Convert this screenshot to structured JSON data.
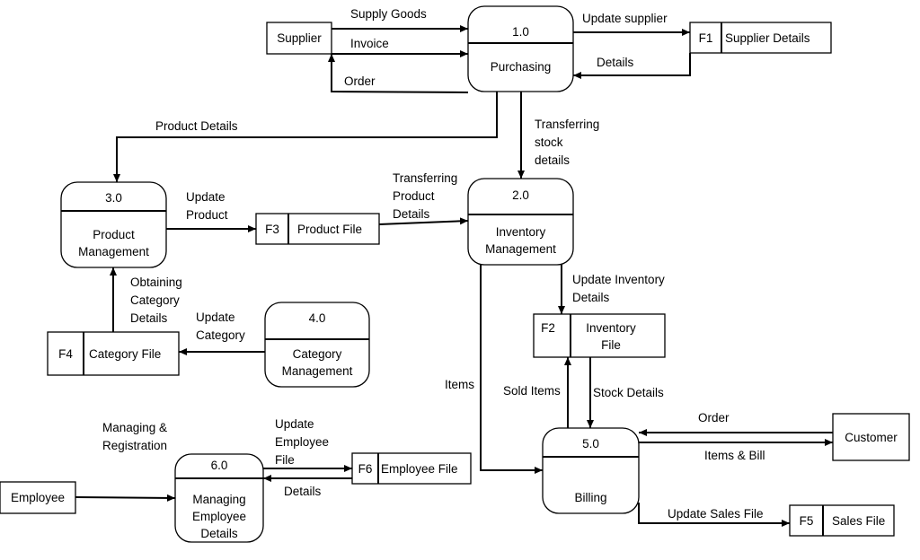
{
  "processes": {
    "p1": {
      "number": "1.0",
      "name": [
        "Purchasing"
      ]
    },
    "p2": {
      "number": "2.0",
      "name": [
        "Inventory",
        "Management"
      ]
    },
    "p3": {
      "number": "3.0",
      "name": [
        "Product",
        "Management"
      ]
    },
    "p4": {
      "number": "4.0",
      "name": [
        "Category",
        "Management"
      ]
    },
    "p5": {
      "number": "5.0",
      "name": [
        "Billing"
      ]
    },
    "p6": {
      "number": "6.0",
      "name": [
        "Managing",
        "Employee",
        "Details"
      ]
    }
  },
  "entities": {
    "supplier": "Supplier",
    "customer": "Customer",
    "employee": "Employee"
  },
  "stores": {
    "f1": {
      "id": "F1",
      "name": [
        "Supplier Details"
      ]
    },
    "f2": {
      "id": "F2",
      "name": [
        "Inventory",
        "File"
      ]
    },
    "f3": {
      "id": "F3",
      "name": [
        "Product File"
      ]
    },
    "f4": {
      "id": "F4",
      "name": [
        "Category File"
      ]
    },
    "f5": {
      "id": "F5",
      "name": [
        "Sales File"
      ]
    },
    "f6": {
      "id": "F6",
      "name": [
        "Employee File"
      ]
    }
  },
  "flows": {
    "supply_goods": [
      "Supply Goods"
    ],
    "invoice": [
      "Invoice"
    ],
    "order_supplier": [
      "Order"
    ],
    "update_supplier": [
      "Update supplier"
    ],
    "details_supplier": [
      "Details"
    ],
    "product_details": [
      "Product Details"
    ],
    "transferring_stock": [
      "Transferring",
      "stock",
      "details"
    ],
    "update_product": [
      "Update",
      "Product"
    ],
    "transferring_product": [
      "Transferring",
      "Product",
      "Details"
    ],
    "obtaining_category": [
      "Obtaining",
      "Category",
      "Details"
    ],
    "update_category": [
      "Update",
      "Category"
    ],
    "update_inventory": [
      "Update Inventory",
      "Details"
    ],
    "items": [
      "Items"
    ],
    "sold_items": [
      "Sold Items"
    ],
    "stock_details": [
      "Stock Details"
    ],
    "order_customer": [
      "Order"
    ],
    "items_bill": [
      "Items & Bill"
    ],
    "update_sales": [
      "Update Sales  File"
    ],
    "managing_registration": [
      "Managing &",
      "Registration"
    ],
    "update_employee": [
      "Update",
      "Employee",
      "File"
    ],
    "details_employee": [
      "Details"
    ]
  }
}
